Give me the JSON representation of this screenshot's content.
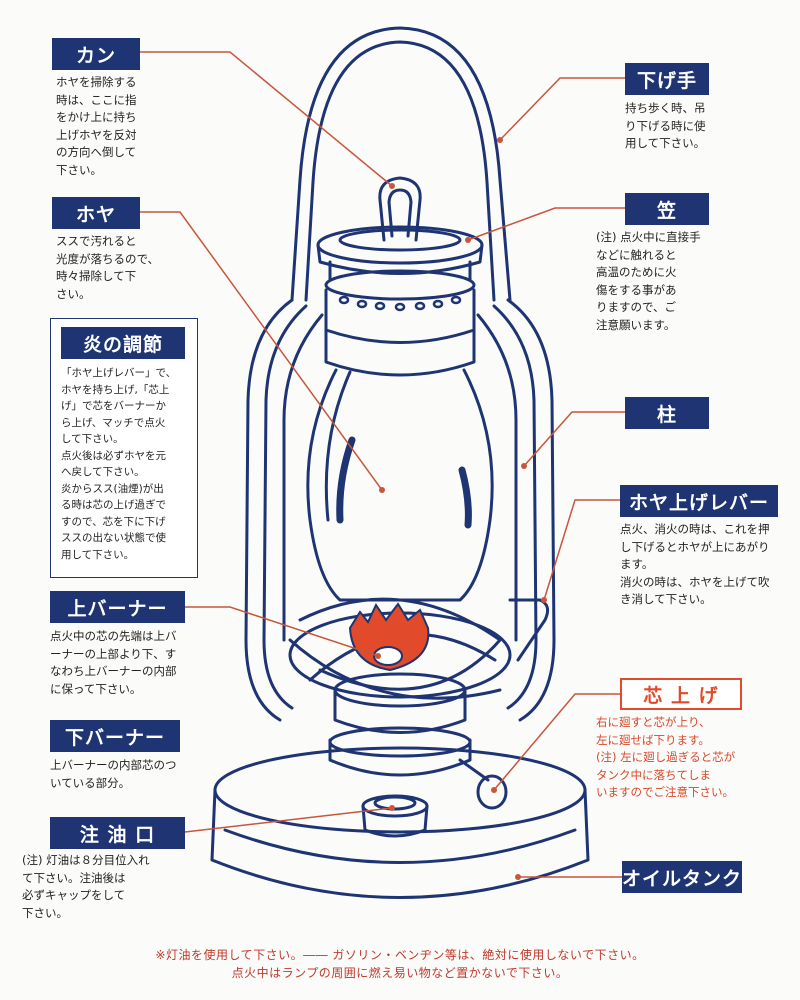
{
  "colors": {
    "navy": "#1e3473",
    "leader": "#c8553c",
    "accent": "#e14a2a",
    "lampLine": "#1e3473"
  },
  "labels": {
    "kan": {
      "title": "カン",
      "lines": [
        "ホヤを掃除する",
        "時は、ここに指",
        "をかけ上に持ち",
        "上げホヤを反対",
        "の方向へ倒して",
        "下さい。"
      ]
    },
    "hoya": {
      "title": "ホヤ",
      "lines": [
        "ススで汚れると",
        "光度が落ちるので、",
        "時々掃除して下",
        "さい。"
      ]
    },
    "flame": {
      "title": "炎の調節",
      "lines": [
        "「ホヤ上げレバー」で、",
        "ホヤを持ち上げ,「芯上",
        "げ」で芯をバーナーか",
        "ら上げ、マッチで点火",
        "して下さい。",
        "点火後は必ずホヤを元",
        "へ戻して下さい。",
        "炎からスス(油煙)が出",
        "る時は芯の上げ過ぎで",
        "すので、芯を下に下げ",
        "ススの出ない状態で使",
        "用して下さい。"
      ]
    },
    "upperBurner": {
      "title": "上バーナー",
      "lines": [
        "点火中の芯の先端は上バ",
        "ーナーの上部より下、す",
        "なわち上バーナーの内部",
        "に保って下さい。"
      ]
    },
    "lowerBurner": {
      "title": "下バーナー",
      "lines": [
        "上バーナーの内部芯のつ",
        "いている部分。"
      ]
    },
    "fillCap": {
      "title": "注 油 口",
      "lines": [
        "(注) 灯油は８分目位入れ",
        "て下さい。注油後は",
        "必ずキャップをして",
        "下さい。"
      ]
    },
    "handle": {
      "title": "下げ手",
      "lines": [
        "持ち歩く時、吊",
        "り下げる時に使",
        "用して下さい。"
      ]
    },
    "kasa": {
      "title": "笠",
      "lines": [
        "(注) 点火中に直接手",
        "などに触れると",
        "高温のために火",
        "傷をする事があ",
        "りますので、ご",
        "注意願います。"
      ]
    },
    "pillar": {
      "title": "柱",
      "lines": []
    },
    "lever": {
      "title": "ホヤ上げレバー",
      "lines": [
        "点火、消火の時は、これを押",
        "し下げるとホヤが上にあがり",
        "ます。",
        "消火の時は、ホヤを上げて吹",
        "き消して下さい。"
      ]
    },
    "wick": {
      "title": "芯 上 げ",
      "lines": [
        "右に廻すと芯が上り、",
        "左に廻せば下ります。",
        "(注) 左に廻し過ぎると芯が",
        "タンク中に落ちてしま",
        "いますのでご注意下さい。"
      ]
    },
    "tank": {
      "title": "オイルタンク",
      "lines": []
    }
  },
  "footer": [
    "※灯油を使用して下さい。―― ガソリン・ベンヂン等は、絶対に使用しないで下さい。",
    "点火中はランプの周囲に燃え易い物など置かないで下さい。"
  ]
}
